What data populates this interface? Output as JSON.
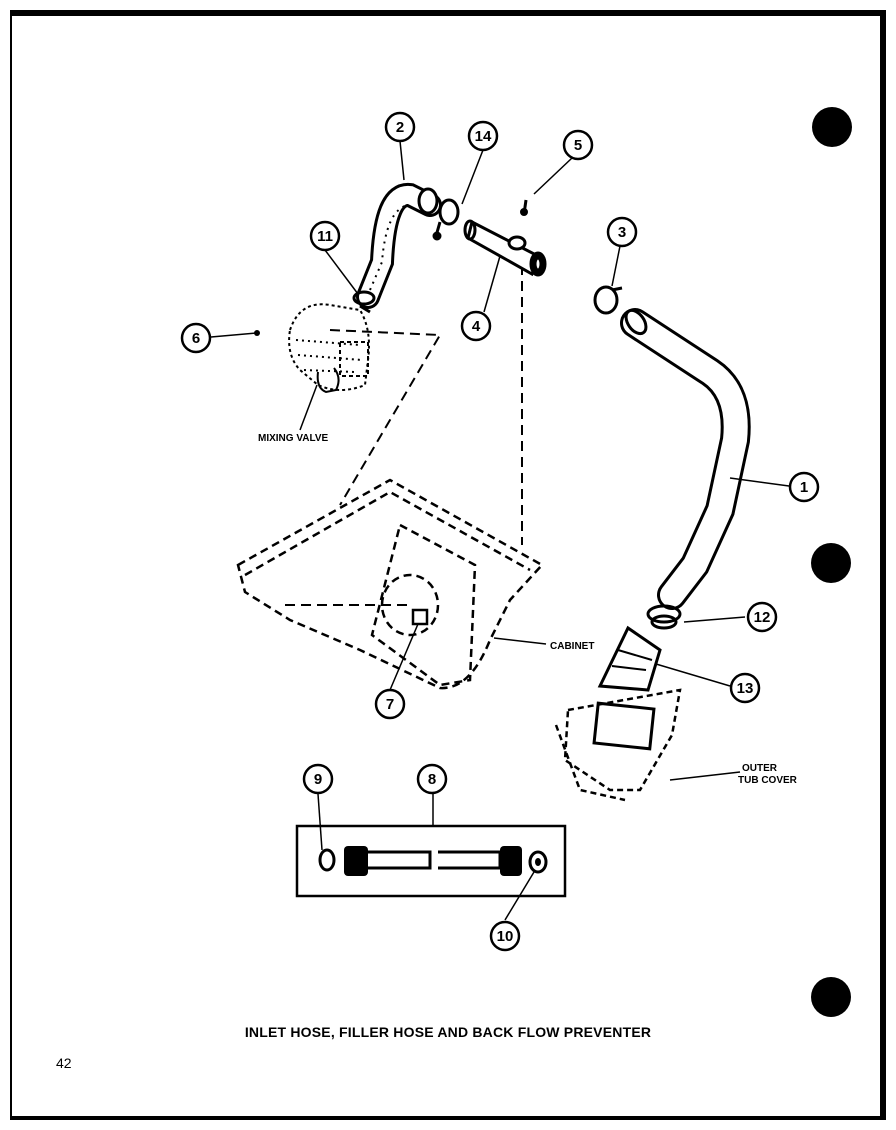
{
  "title": "INLET HOSE, FILLER HOSE AND BACK FLOW PREVENTER",
  "page_number": "42",
  "labels": {
    "mixing_valve": "MIXING VALVE",
    "cabinet": "CABINET",
    "outer_tub_cover_line1": "OUTER",
    "outer_tub_cover_line2": "TUB COVER"
  },
  "callouts": [
    "1",
    "2",
    "3",
    "4",
    "5",
    "6",
    "7",
    "8",
    "9",
    "10",
    "11",
    "12",
    "13",
    "14"
  ]
}
